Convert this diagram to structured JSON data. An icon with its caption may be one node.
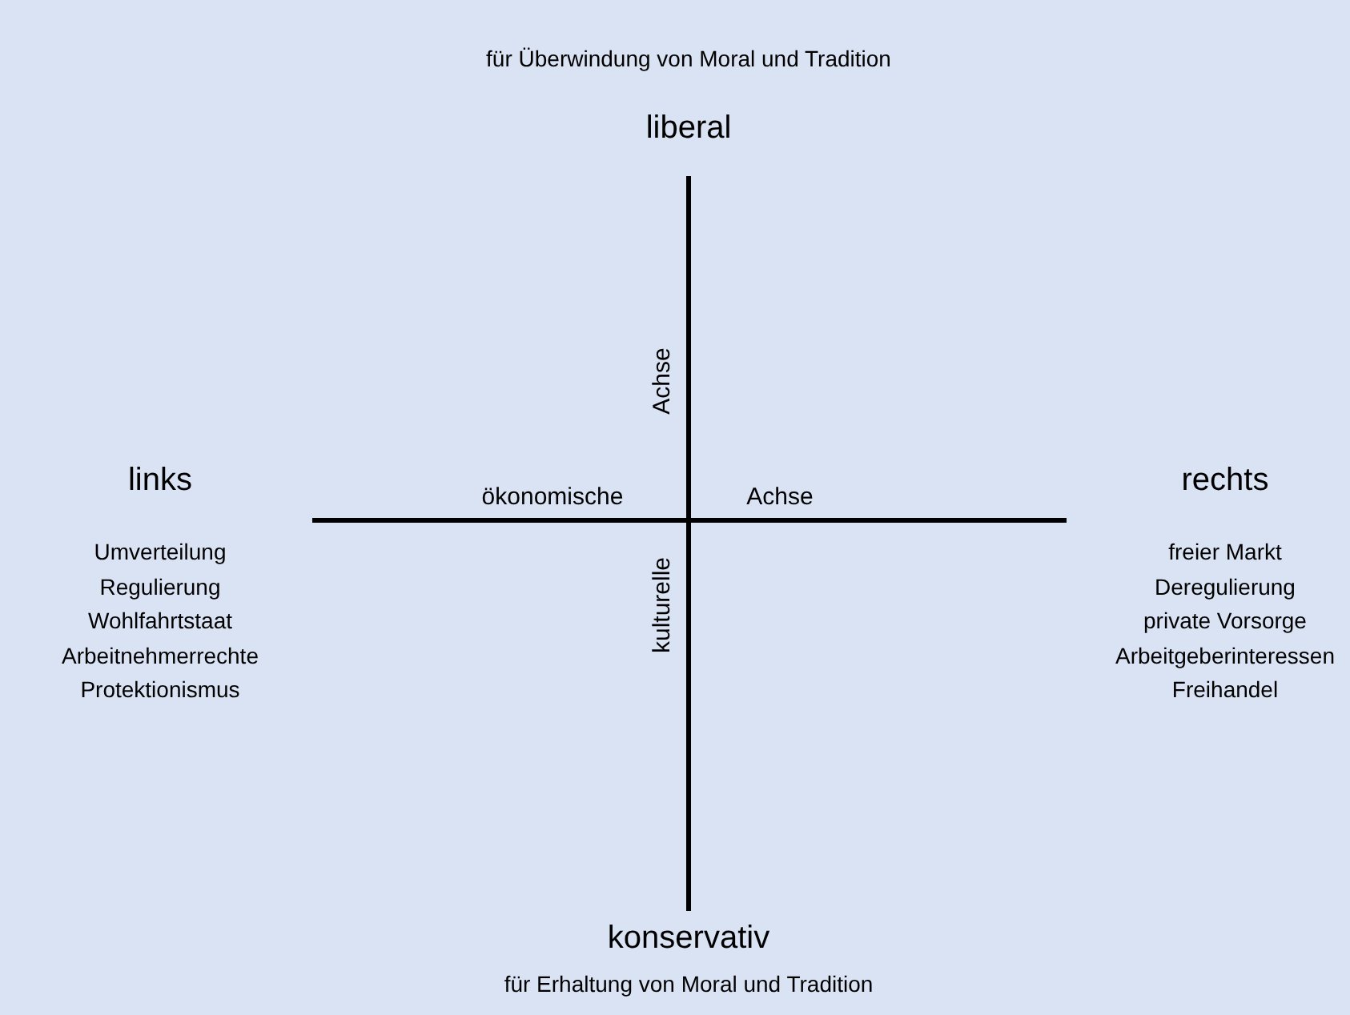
{
  "diagram": {
    "labels": [
      "für Überwindung von Moral und Tradition",
      "liberal",
      "Achse",
      "links",
      "ökonomische",
      "Achse",
      "rechts",
      "Umverteilung",
      "Regulierung",
      "Wohlfahrtstaat",
      "Arbeitnehmerrechte",
      "Protektionismus",
      "freier Markt",
      "Deregulierung",
      "private Vorsorge",
      "Arbeitgeberinteressen",
      "Freihandel",
      "kulturelle",
      "konservativ",
      "für Erhaltung von Moral und Tradition"
    ]
  }
}
